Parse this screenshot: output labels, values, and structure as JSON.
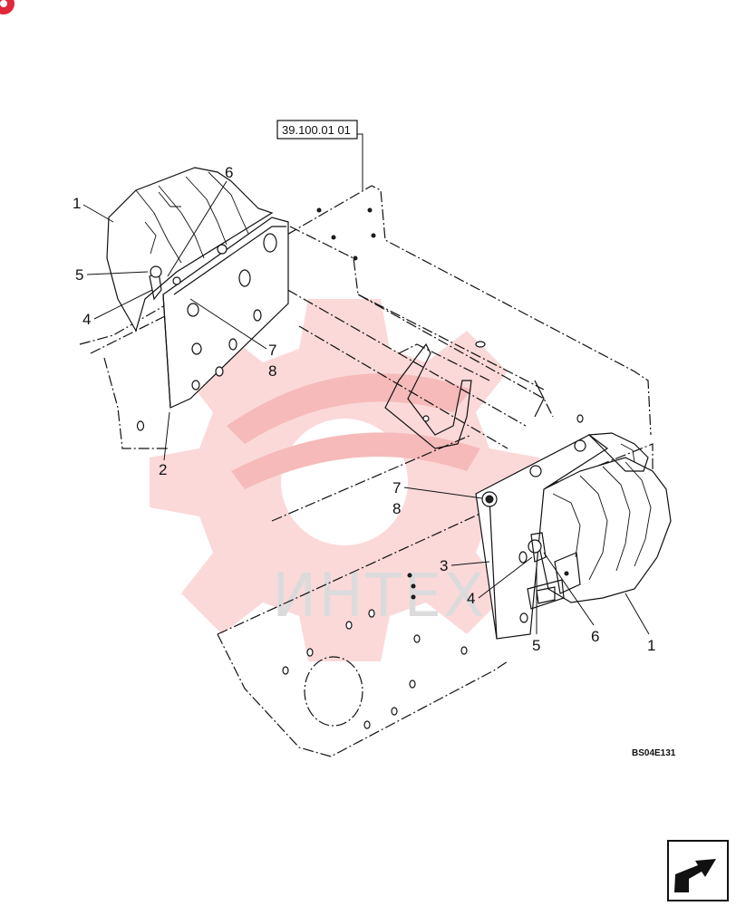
{
  "reference_box": {
    "label": "39.100.01 01"
  },
  "drawing_code": "BS04E131",
  "watermark": {
    "text": "ИНТЕХ",
    "gear_color": "#f6b3b3",
    "text_color": "#d8d8d8"
  },
  "callouts": {
    "left": {
      "c1": "1",
      "c2": "2",
      "c4": "4",
      "c5": "5",
      "c6": "6",
      "c7": "7",
      "c8": "8"
    },
    "right": {
      "c1": "1",
      "c3": "3",
      "c4": "4",
      "c5": "5",
      "c6": "6",
      "c7": "7",
      "c8": "8"
    }
  },
  "nav": {
    "icon": "next-page-arrow-icon"
  },
  "colors": {
    "line": "#111111",
    "badge": "#e0283a"
  }
}
